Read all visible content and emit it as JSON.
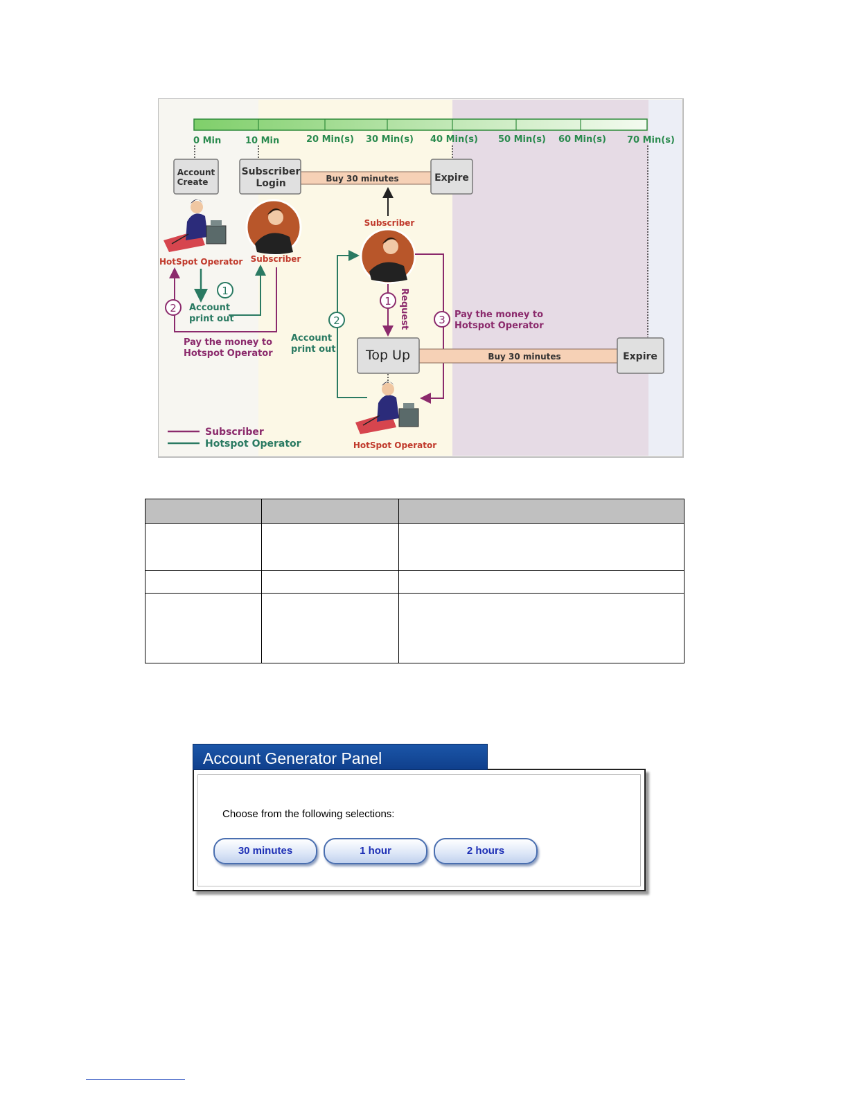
{
  "diagram": {
    "timeline_labels": [
      "0 Min",
      "10 Min",
      "20 Min(s)",
      "30 Min(s)",
      "40 Min(s)",
      "50 Min(s)",
      "60 Min(s)",
      "70 Min(s)"
    ],
    "account_create": [
      "Account",
      "Create"
    ],
    "subscriber_login": [
      "Subscriber",
      "Login"
    ],
    "buy_30_top": "Buy 30 minutes",
    "expire_top": "Expire",
    "subscriber_label_top": "Subscriber",
    "hotspot_operator_left": "HotSpot Operator",
    "subscriber_label_left": "Subscriber",
    "account_print_out_left": [
      "Account",
      "print out"
    ],
    "pay_money_left": [
      "Pay the money to",
      "Hotspot Operator"
    ],
    "request": "Request",
    "pay_money_right": [
      "Pay the money to",
      "Hotspot Operator"
    ],
    "account_print_out_mid": [
      "Account",
      "print out"
    ],
    "top_up": "Top Up",
    "buy_30_bottom": "Buy 30 minutes",
    "expire_bottom": "Expire",
    "hotspot_operator_bottom": "HotSpot Operator",
    "legend_subscriber": "Subscriber",
    "legend_operator": "Hotspot Operator",
    "step_numbers": [
      "1",
      "2",
      "1",
      "2",
      "3"
    ],
    "colors": {
      "subscriber": "#8b2a6c",
      "operator": "#2a7a62",
      "bar": "#f6d1b6",
      "purple_bg": "#e6dbe5",
      "cream_bg": "#fcf8e6"
    }
  },
  "table": {
    "headers": [
      "",
      "",
      ""
    ],
    "rows": [
      [
        "",
        "",
        ""
      ],
      [
        "",
        "",
        ""
      ],
      [
        "",
        "",
        ""
      ]
    ]
  },
  "panel": {
    "title": "Account Generator Panel",
    "prompt": "Choose from the following selections:",
    "buttons": [
      "30 minutes",
      "1 hour",
      "2 hours"
    ]
  }
}
